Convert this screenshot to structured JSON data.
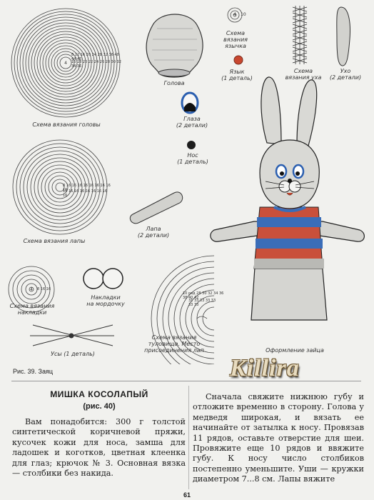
{
  "figure": {
    "labels": {
      "head_scheme": "Схема вязания головы",
      "head": "Голова",
      "tongue_scheme": "Схема\nвязания\nязычка",
      "tongue": "Язык\n(1 деталь)",
      "ear_scheme": "Схема\nвязания уха",
      "ear": "Ухо\n(2 детали)",
      "eyes": "Глаза\n(2 детали)",
      "nose": "Нос\n(1 деталь)",
      "paw_scheme": "Схема вязания лапы",
      "paw": "Лапа\n(2 детали)",
      "patch_scheme": "Схема вязания\nнакладки",
      "muzzle_patches": "Накладки\nна мордочку",
      "whiskers": "Усы (1 деталь)",
      "body_scheme": "Схема вязания\nтуловища. Место\nприсоединения лап",
      "hare_design": "Оформление зайца"
    },
    "ring_numbers": {
      "head_center": "4",
      "head_ring": "8 12 16 20 24 28 32 36 40 44 45",
      "head_ring2": "16 18 20 22 24 26 28 30 32 34 36",
      "tongue_center": "4",
      "tongue_ring": "10",
      "paw_ring": "8 16 16 16 16 16 16 16 16 16",
      "paw_ring2": "16 16 16 16 16 16 16 16 16",
      "patch_center": "4",
      "patch_ring": "8 16 16",
      "body_ring": "10 ряд 28 30 32 34 36 38 40 42",
      "body_ring2": "31 33 33 33 33 33 33"
    },
    "caption": "Рис. 39. Заяц"
  },
  "watermark": "Killira",
  "article": {
    "title": "МИШКА КОСОЛАПЫЙ",
    "subtitle": "(рис. 40)",
    "left_text": "Вам понадобится: 300 г толстой синтетической коричневой пряжи, кусочек кожи для носа, замша для ладошек и коготков, цветная клеенка для глаз; крючок № 3. Основная вязка — столбики без накида.",
    "right_text": "Сначала свяжите нижнюю губу и отложите временно в сторону. Голова у медведя широкая, и вязать ее начинайте от затылка к носу. Провязав 11 рядов, оставьте отверстие для шеи. Провяжите еще 10 рядов и ввяжите губу. К носу число столбиков постепенно уменьшите. Уши — кружки диаметром 7...8 см. Лапы вяжите"
  },
  "page_number": "61",
  "colors": {
    "paper": "#f1f1ee",
    "ink": "#1c1c1c",
    "stripe_blue": "#3a6db8",
    "stripe_red": "#c9503b",
    "tongue_red": "#c8472f",
    "eye_blue": "#2b5fb0"
  }
}
